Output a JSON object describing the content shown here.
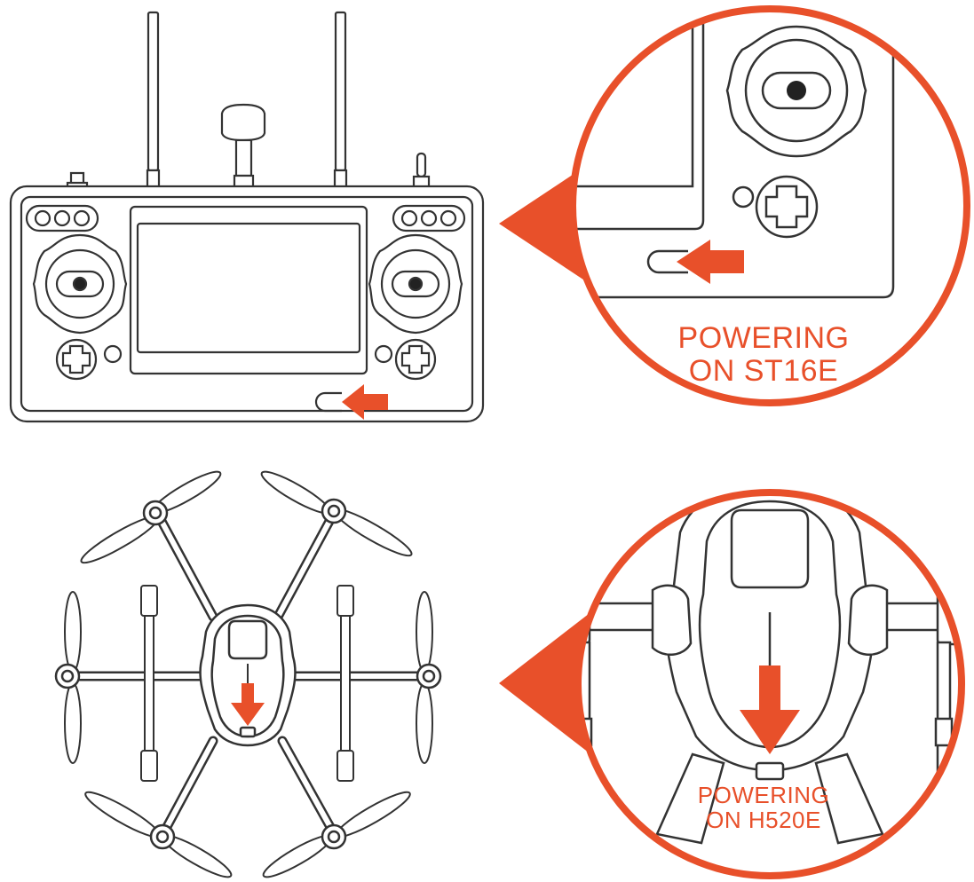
{
  "captions": {
    "remote": {
      "line1": "POWERING",
      "line2": "ON ST16E"
    },
    "drone": {
      "line1": "POWERING",
      "line2": "ON H520E"
    }
  },
  "colors": {
    "accent": "#e8502a",
    "outline": "#333333",
    "background": "#ffffff"
  },
  "icons": {
    "remote": "remote-controller-illustration",
    "drone": "hexacopter-illustration",
    "pointer": "callout-triangle",
    "arrow": "power-direction-arrow"
  }
}
